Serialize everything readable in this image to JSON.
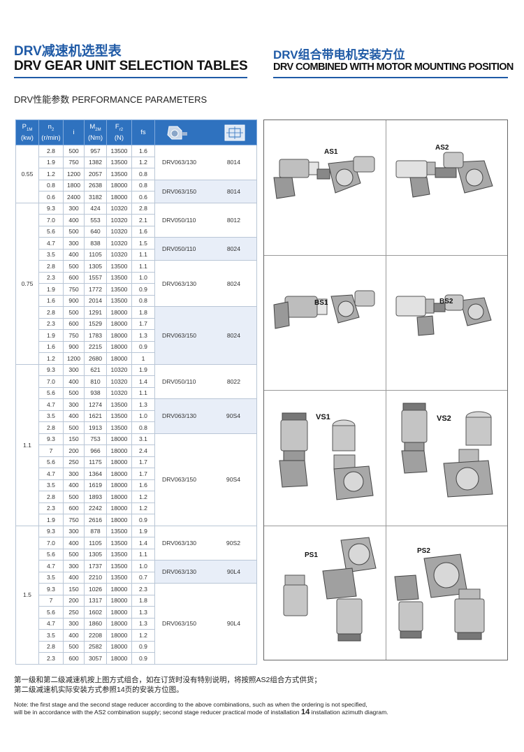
{
  "header_left": {
    "title_cn": "DRV减速机选型表",
    "title_en": "DRV GEAR UNIT SELECTION TABLES"
  },
  "header_right": {
    "title_cn": "DRV组合带电机安装方位",
    "title_en": "DRV COMBINED WITH MOTOR MOUNTING POSITION"
  },
  "section_title": "DRV性能参数 PERFORMANCE PARAMETERS",
  "table": {
    "headers": {
      "p": "P",
      "p_sub": "1M",
      "p_unit": "(kw)",
      "n": "n",
      "n_sub": "2",
      "n_unit": "(r/min)",
      "i": "i",
      "m": "M",
      "m_sub": "2M",
      "m_unit": "(Nm)",
      "f": "F",
      "f_sub": "r2",
      "f_unit": "(N)",
      "fs": "fs"
    },
    "groups": [
      {
        "power": "0.55",
        "models": [
          {
            "model": "DRV063/130",
            "code": "8014",
            "rows": [
              [
                "2.8",
                "500",
                "957",
                "13500",
                "1.6"
              ],
              [
                "1.9",
                "750",
                "1382",
                "13500",
                "1.2"
              ],
              [
                "1.2",
                "1200",
                "2057",
                "13500",
                "0.8"
              ]
            ]
          },
          {
            "model": "DRV063/150",
            "code": "8014",
            "rows": [
              [
                "0.8",
                "1800",
                "2638",
                "18000",
                "0.8"
              ],
              [
                "0.6",
                "2400",
                "3182",
                "18000",
                "0.6"
              ]
            ]
          }
        ]
      },
      {
        "power": "0.75",
        "models": [
          {
            "model": "DRV050/110",
            "code": "8012",
            "rows": [
              [
                "9.3",
                "300",
                "424",
                "10320",
                "2.8"
              ],
              [
                "7.0",
                "400",
                "553",
                "10320",
                "2.1"
              ],
              [
                "5.6",
                "500",
                "640",
                "10320",
                "1.6"
              ]
            ]
          },
          {
            "model": "DRV050/110",
            "code": "8024",
            "rows": [
              [
                "4.7",
                "300",
                "838",
                "10320",
                "1.5"
              ],
              [
                "3.5",
                "400",
                "1105",
                "10320",
                "1.1"
              ]
            ]
          },
          {
            "model": "DRV063/130",
            "code": "8024",
            "rows": [
              [
                "2.8",
                "500",
                "1305",
                "13500",
                "1.1"
              ],
              [
                "2.3",
                "600",
                "1557",
                "13500",
                "1.0"
              ],
              [
                "1.9",
                "750",
                "1772",
                "13500",
                "0.9"
              ],
              [
                "1.6",
                "900",
                "2014",
                "13500",
                "0.8"
              ]
            ]
          },
          {
            "model": "DRV063/150",
            "code": "8024",
            "rows": [
              [
                "2.8",
                "500",
                "1291",
                "18000",
                "1.8"
              ],
              [
                "2.3",
                "600",
                "1529",
                "18000",
                "1.7"
              ],
              [
                "1.9",
                "750",
                "1783",
                "18000",
                "1.3"
              ],
              [
                "1.6",
                "900",
                "2215",
                "18000",
                "0.9"
              ],
              [
                "1.2",
                "1200",
                "2680",
                "18000",
                "1"
              ]
            ]
          }
        ]
      },
      {
        "power": "1.1",
        "models": [
          {
            "model": "DRV050/110",
            "code": "8022",
            "rows": [
              [
                "9.3",
                "300",
                "621",
                "10320",
                "1.9"
              ],
              [
                "7.0",
                "400",
                "810",
                "10320",
                "1.4"
              ],
              [
                "5.6",
                "500",
                "938",
                "10320",
                "1.1"
              ]
            ]
          },
          {
            "model": "DRV063/130",
            "code": "90S4",
            "rows": [
              [
                "4.7",
                "300",
                "1274",
                "13500",
                "1.3"
              ],
              [
                "3.5",
                "400",
                "1621",
                "13500",
                "1.0"
              ],
              [
                "2.8",
                "500",
                "1913",
                "13500",
                "0.8"
              ]
            ]
          },
          {
            "model": "DRV063/150",
            "code": "90S4",
            "rows": [
              [
                "9.3",
                "150",
                "753",
                "18000",
                "3.1"
              ],
              [
                "7",
                "200",
                "966",
                "18000",
                "2.4"
              ],
              [
                "5.6",
                "250",
                "1175",
                "18000",
                "1.7"
              ],
              [
                "4.7",
                "300",
                "1364",
                "18000",
                "1.7"
              ],
              [
                "3.5",
                "400",
                "1619",
                "18000",
                "1.6"
              ],
              [
                "2.8",
                "500",
                "1893",
                "18000",
                "1.2"
              ],
              [
                "2.3",
                "600",
                "2242",
                "18000",
                "1.2"
              ],
              [
                "1.9",
                "750",
                "2616",
                "18000",
                "0.9"
              ]
            ]
          }
        ]
      },
      {
        "power": "1.5",
        "models": [
          {
            "model": "DRV063/130",
            "code": "90S2",
            "rows": [
              [
                "9.3",
                "300",
                "878",
                "13500",
                "1.9"
              ],
              [
                "7.0",
                "400",
                "1105",
                "13500",
                "1.4"
              ],
              [
                "5.6",
                "500",
                "1305",
                "13500",
                "1.1"
              ]
            ]
          },
          {
            "model": "DRV063/130",
            "code": "90L4",
            "rows": [
              [
                "4.7",
                "300",
                "1737",
                "13500",
                "1.0"
              ],
              [
                "3.5",
                "400",
                "2210",
                "13500",
                "0.7"
              ]
            ]
          },
          {
            "model": "DRV063/150",
            "code": "90L4",
            "rows": [
              [
                "9.3",
                "150",
                "1026",
                "18000",
                "2.3"
              ],
              [
                "7",
                "200",
                "1317",
                "18000",
                "1.8"
              ],
              [
                "5.6",
                "250",
                "1602",
                "18000",
                "1.3"
              ],
              [
                "4.7",
                "300",
                "1860",
                "18000",
                "1.3"
              ],
              [
                "3.5",
                "400",
                "2208",
                "18000",
                "1.2"
              ],
              [
                "2.8",
                "500",
                "2582",
                "18000",
                "0.9"
              ],
              [
                "2.3",
                "600",
                "3057",
                "18000",
                "0.9"
              ]
            ]
          }
        ]
      }
    ]
  },
  "mounting": {
    "labels": [
      "AS1",
      "AS2",
      "BS1",
      "BS2",
      "VS1",
      "VS2",
      "PS1",
      "PS2"
    ]
  },
  "notes": {
    "cn_line1": "第一级和第二级减速机按上图方式组合，如在订货时没有特别说明，将按照AS2组合方式供货；",
    "cn_line2": "第二级减速机实际安装方式参照14页的安装方位图。",
    "en_line1": "Note: the first stage and the second stage reducer according to the above combinations, such as when the ordering is not specified,",
    "en_line2a": "will be in accordance with the AS2 combination supply; second stage reducer practical mode of installation",
    "en_line2_num": "14",
    "en_line2b": "installation azimuth diagram."
  }
}
